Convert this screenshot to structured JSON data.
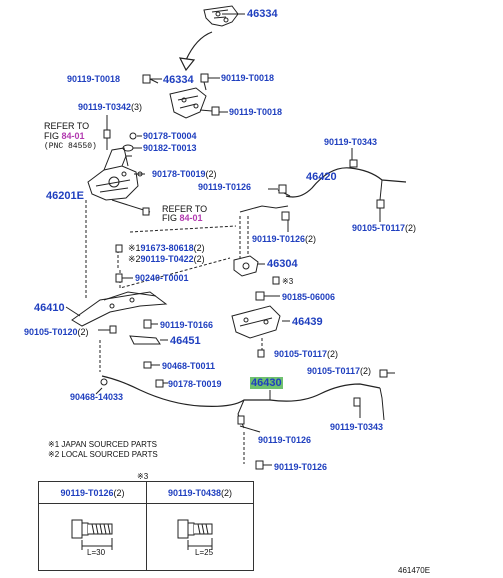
{
  "diagram_id": "461470E",
  "callouts": {
    "p46334_top": "46334",
    "p46334": "46334",
    "p90119_T0018_a": "90119-T0018",
    "p90119_T0018_b": "90119-T0018",
    "p90119_T0018_c": "90119-T0018",
    "p90119_T0342": "90119-T0342",
    "p90119_T0342_qty": "(3)",
    "refer_to_fig_1": "REFER TO",
    "fig_1": "FIG",
    "fig_1_num": "84-01",
    "pnc_note": "(PNC 84550)",
    "p90178_T0004": "90178-T0004",
    "p90182_T0013": "90182-T0013",
    "p90178_T0019": "90178-T0019",
    "p90178_T0019_qty": "(2)",
    "p46201E": "46201E",
    "refer_to_fig_2": "REFER TO",
    "fig_2": "FIG",
    "fig_2_num": "84-01",
    "p90119_T0343_a": "90119-T0343",
    "p90119_T0126_a": "90119-T0126",
    "p46420": "46420",
    "p90119_T0126_b": "90119-T0126",
    "p90119_T0126_b_qty": "(2)",
    "p90105_T0117_a": "90105-T0117",
    "p90105_T0117_a_qty": "(2)",
    "mark1_pre": "※1",
    "p91673_80618": "91673-80618",
    "p91673_80618_qty": "(2)",
    "mark2_pre": "※2",
    "p90119_T0422": "90119-T0422",
    "p90119_T0422_qty": "(2)",
    "p46304": "46304",
    "mark3": "※3",
    "p90240_T0001": "90240-T0001",
    "p90185_06006": "90185-06006",
    "p46410": "46410",
    "p46439": "46439",
    "p90105_T0120": "90105-T0120",
    "p90105_T0120_qty": "(2)",
    "p90119_T0166": "90119-T0166",
    "p46451": "46451",
    "p90105_T0117_b": "90105-T0117",
    "p90105_T0117_b_qty": "(2)",
    "p90468_T0011": "90468-T0011",
    "p90105_T0117_c": "90105-T0117",
    "p90105_T0117_c_qty": "(2)",
    "p90178_T0019_b": "90178-T0019",
    "p46430": "46430",
    "p90468_14033": "90468-14033",
    "p90119_T0126_c": "90119-T0126",
    "p90119_T0343_b": "90119-T0343",
    "p90119_T0126_d": "90119-T0126"
  },
  "legend": {
    "line1": "※1  JAPAN SOURCED PARTS",
    "line2": "※2  LOCAL SOURCED PARTS"
  },
  "table": {
    "mark": "※3",
    "col1_part": "90119-T0126",
    "col1_qty": "(2)",
    "col2_part": "90119-T0438",
    "col2_qty": "(2)",
    "col1_len": "L=30",
    "col2_len": "L=25"
  },
  "colors": {
    "callout_blue": "#1f3fbf",
    "fig_magenta": "#b23bb0",
    "highlight_green": "#6fc16f"
  }
}
